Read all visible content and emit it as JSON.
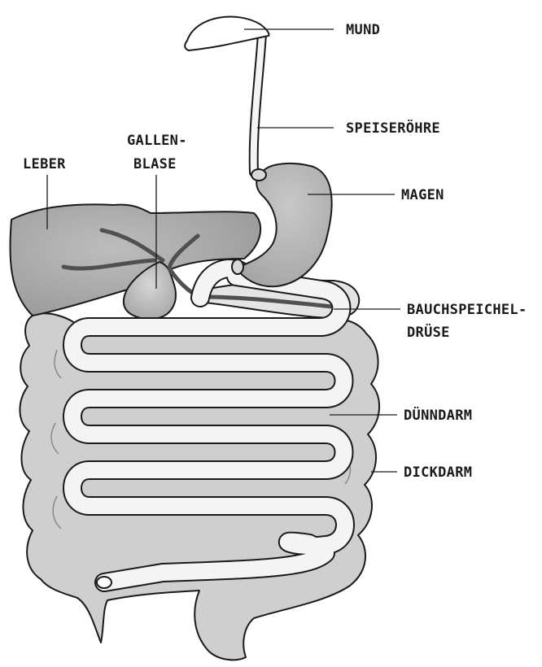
{
  "labels": {
    "mund": "MUND",
    "speiseroehre": "SPEISERÖHRE",
    "magen": "MAGEN",
    "leber": "LEBER",
    "gallenblase_1": "GALLEN-",
    "gallenblase_2": "BLASE",
    "bauchspeicheldruese_1": "BAUCHSPEICHEL-",
    "bauchspeicheldruese_2": "DRÜSE",
    "duenndarm": "DÜNNDARM",
    "dickdarm": "DICKDARM"
  },
  "colors": {
    "organ_dark": "#9a9a9a",
    "organ_mid": "#bdbdbd",
    "organ_light": "#d4d4d4",
    "intestine_fill": "#f4f4f4",
    "outline": "#1a1a1a"
  }
}
